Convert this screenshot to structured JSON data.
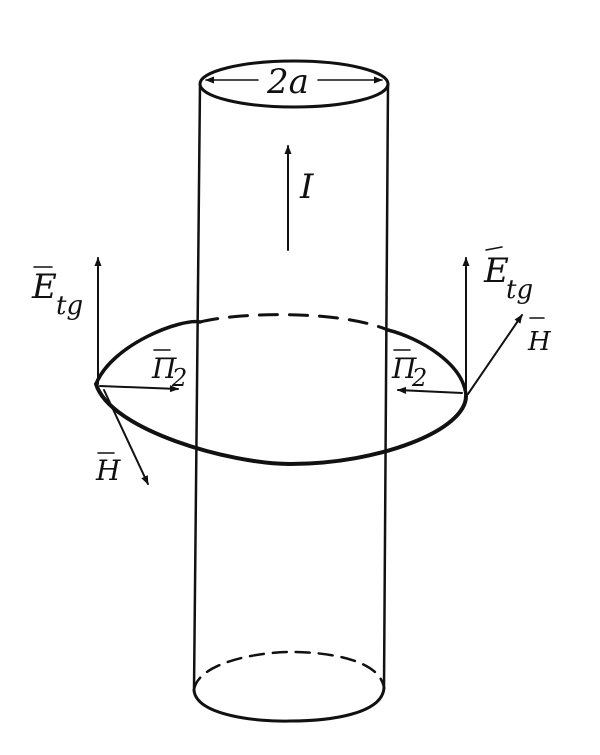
{
  "labels": {
    "diameter": "2a",
    "current": "I",
    "e_tangential_left": "E",
    "e_tangential_right": "E",
    "e_subscript": "tg",
    "poynting_left": "Π",
    "poynting_right": "Π",
    "poynting_subscript": "2",
    "h_field_left": "H",
    "h_field_right": "H"
  },
  "colors": {
    "ink": "#111111",
    "background": "#ffffff"
  }
}
